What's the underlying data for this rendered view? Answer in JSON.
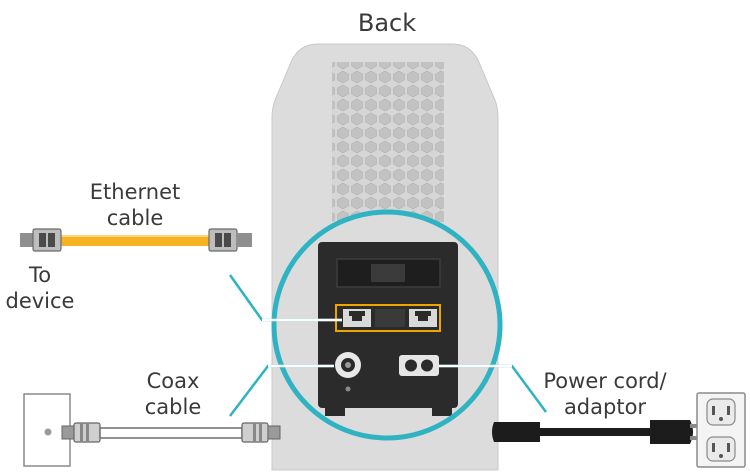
{
  "diagram": {
    "title": "Back",
    "labels": {
      "ethernet": [
        "Ethernet",
        "cable"
      ],
      "device": [
        "To",
        "device"
      ],
      "coax": [
        "Coax",
        "cable"
      ],
      "power": [
        "Power cord/",
        "adaptor"
      ]
    },
    "colors": {
      "accent": "#2fb3c2",
      "ethernet_cable": "#f5b324",
      "device_body": "#d9d9d9",
      "panel": "#2b2b2b",
      "port_highlight": "#f0a400",
      "text": "#3a3a3a"
    }
  }
}
